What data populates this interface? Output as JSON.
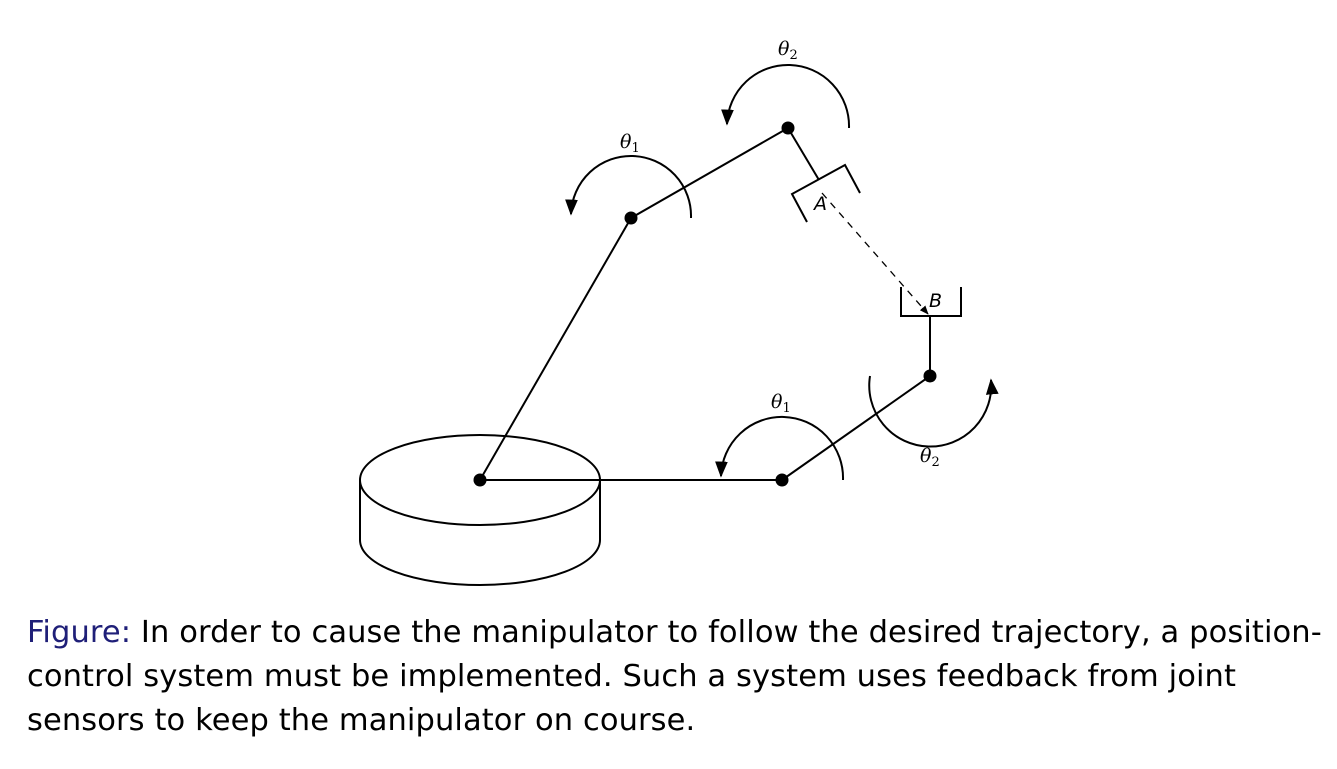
{
  "figure": {
    "type": "two-link robot manipulator diagram",
    "joint_labels": {
      "upper_theta1": {
        "symbol": "θ",
        "subscript": "1"
      },
      "upper_theta2": {
        "symbol": "θ",
        "subscript": "2"
      },
      "lower_theta1": {
        "symbol": "θ",
        "subscript": "1"
      },
      "lower_theta2": {
        "symbol": "θ",
        "subscript": "2"
      }
    },
    "points": {
      "start": "A",
      "end": "B"
    },
    "trajectory": "dashed arrow from A to B"
  },
  "caption": {
    "label": "Figure:",
    "text": " In order to cause the manipulator to follow the desired trajectory, a position-control system must be implemented. Such a system uses feedback from joint sensors to keep the manipulator on course.",
    "label_color": "#1f1f78"
  }
}
